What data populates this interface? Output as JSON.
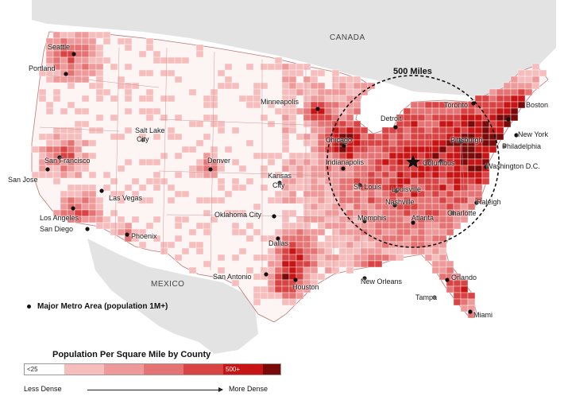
{
  "map": {
    "countries": {
      "canada": "CANADA",
      "mexico": "MEXICO"
    },
    "radius_label": "500 Miles",
    "cities": {
      "seattle": "Seattle",
      "portland": "Portland",
      "san_francisco": "San Francisco",
      "san_jose": "San Jose",
      "los_angeles": "Los Angeles",
      "san_diego": "San Diego",
      "las_vegas": "Las Vegas",
      "phoenix": "Phoenix",
      "salt_lake_city_1": "Salt Lake",
      "salt_lake_city_2": "City",
      "denver": "Denver",
      "kansas_city_1": "Kansas",
      "kansas_city_2": "City",
      "oklahoma_city": "Oklahoma City",
      "dallas": "Dallas",
      "san_antonio": "San Antonio",
      "houston": "Houston",
      "minneapolis": "Minneapolis",
      "chicago": "Chicago",
      "detroit": "Detroit",
      "indianapolis": "Indianapolis",
      "st_louis": "St. Louis",
      "louisville": "Louisville",
      "nashville": "Nashville",
      "memphis": "Memphis",
      "atlanta": "Atlanta",
      "charlotte": "Charlotte",
      "raleigh": "Raleigh",
      "new_orleans": "New Orleans",
      "orlando": "Orlando",
      "tampa": "Tampa",
      "miami": "Miami",
      "columbus": "Columbus",
      "pittsburgh": "Pittsburgh",
      "toronto": "Toronto",
      "boston": "Boston",
      "new_york": "New York",
      "philadelphia": "Philadelphia",
      "washington": "Washington D.C."
    }
  },
  "legend": {
    "metro_label": "Major Metro Area (population 1M+)",
    "title": "Population Per Square Mile by County",
    "min_label": "<25",
    "max_label": "500+",
    "less_dense": "Less Dense",
    "more_dense": "More Dense",
    "scale_colors": [
      "#ffffff",
      "#f6bdbd",
      "#ef9a9a",
      "#e57373",
      "#d84343",
      "#c81414",
      "#7a0a0a"
    ]
  }
}
